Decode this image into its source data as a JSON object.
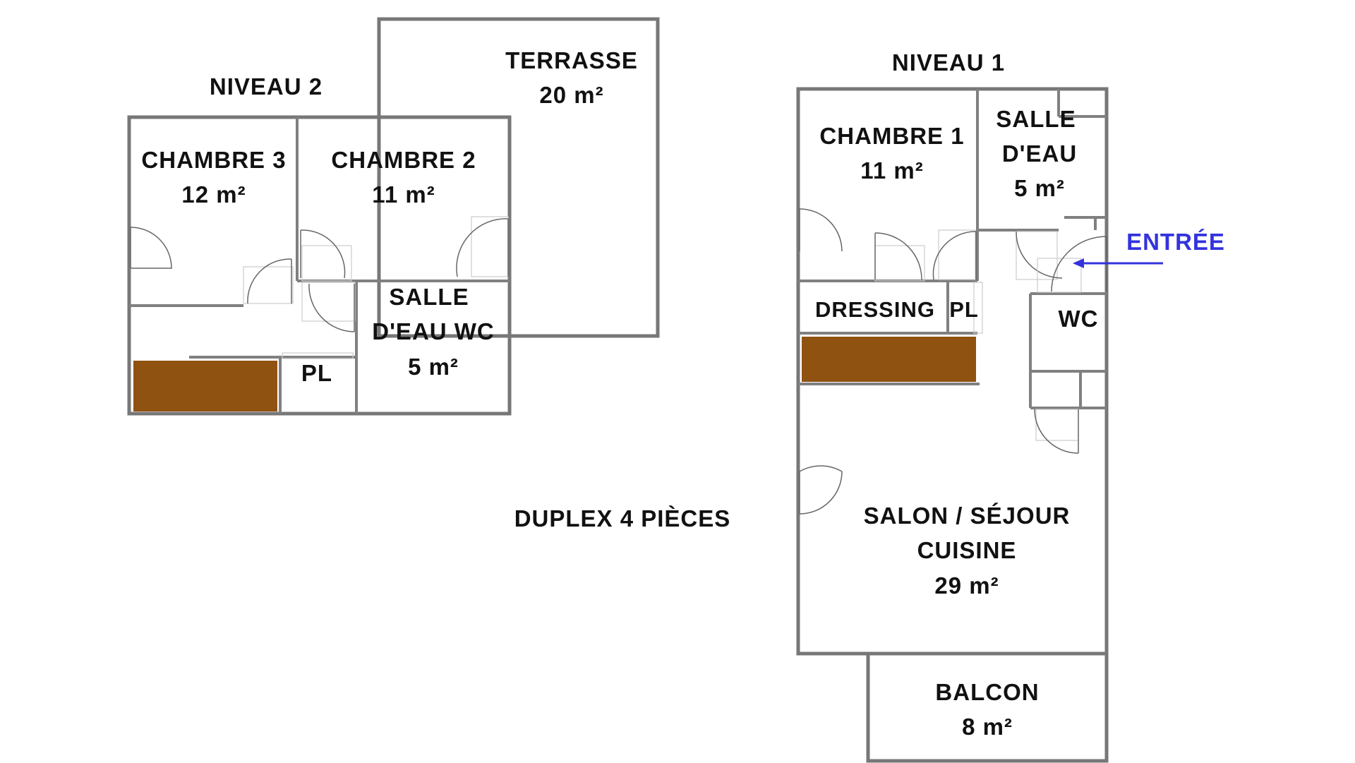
{
  "title": "DUPLEX 4 PIÈCES",
  "entrance_label": "ENTRÉE",
  "colors": {
    "walls": "#777777",
    "storage": "#8f5211",
    "entrance": "#3333dd",
    "text": "#111111"
  },
  "levels": {
    "level2": {
      "title": "NIVEAU 2",
      "rooms": {
        "terrasse": {
          "name": "TERRASSE",
          "area": "20 m²"
        },
        "chambre3": {
          "name": "CHAMBRE 3",
          "area": "12 m²"
        },
        "chambre2": {
          "name": "CHAMBRE 2",
          "area": "11 m²"
        },
        "salle_eau_wc": {
          "name_line1": "SALLE",
          "name_line2": "D'EAU WC",
          "area": "5 m²"
        },
        "placard": {
          "name": "PL"
        }
      }
    },
    "level1": {
      "title": "NIVEAU 1",
      "rooms": {
        "chambre1": {
          "name": "CHAMBRE 1",
          "area": "11 m²"
        },
        "salle_eau": {
          "name_line1": "SALLE",
          "name_line2": "D'EAU",
          "area": "5 m²"
        },
        "dressing": {
          "name": "DRESSING"
        },
        "placard": {
          "name": "PL"
        },
        "wc": {
          "name": "WC"
        },
        "salon": {
          "name_line1": "SALON / SÉJOUR",
          "name_line2": "CUISINE",
          "area": "29 m²"
        },
        "balcon": {
          "name": "BALCON",
          "area": "8 m²"
        }
      }
    }
  }
}
